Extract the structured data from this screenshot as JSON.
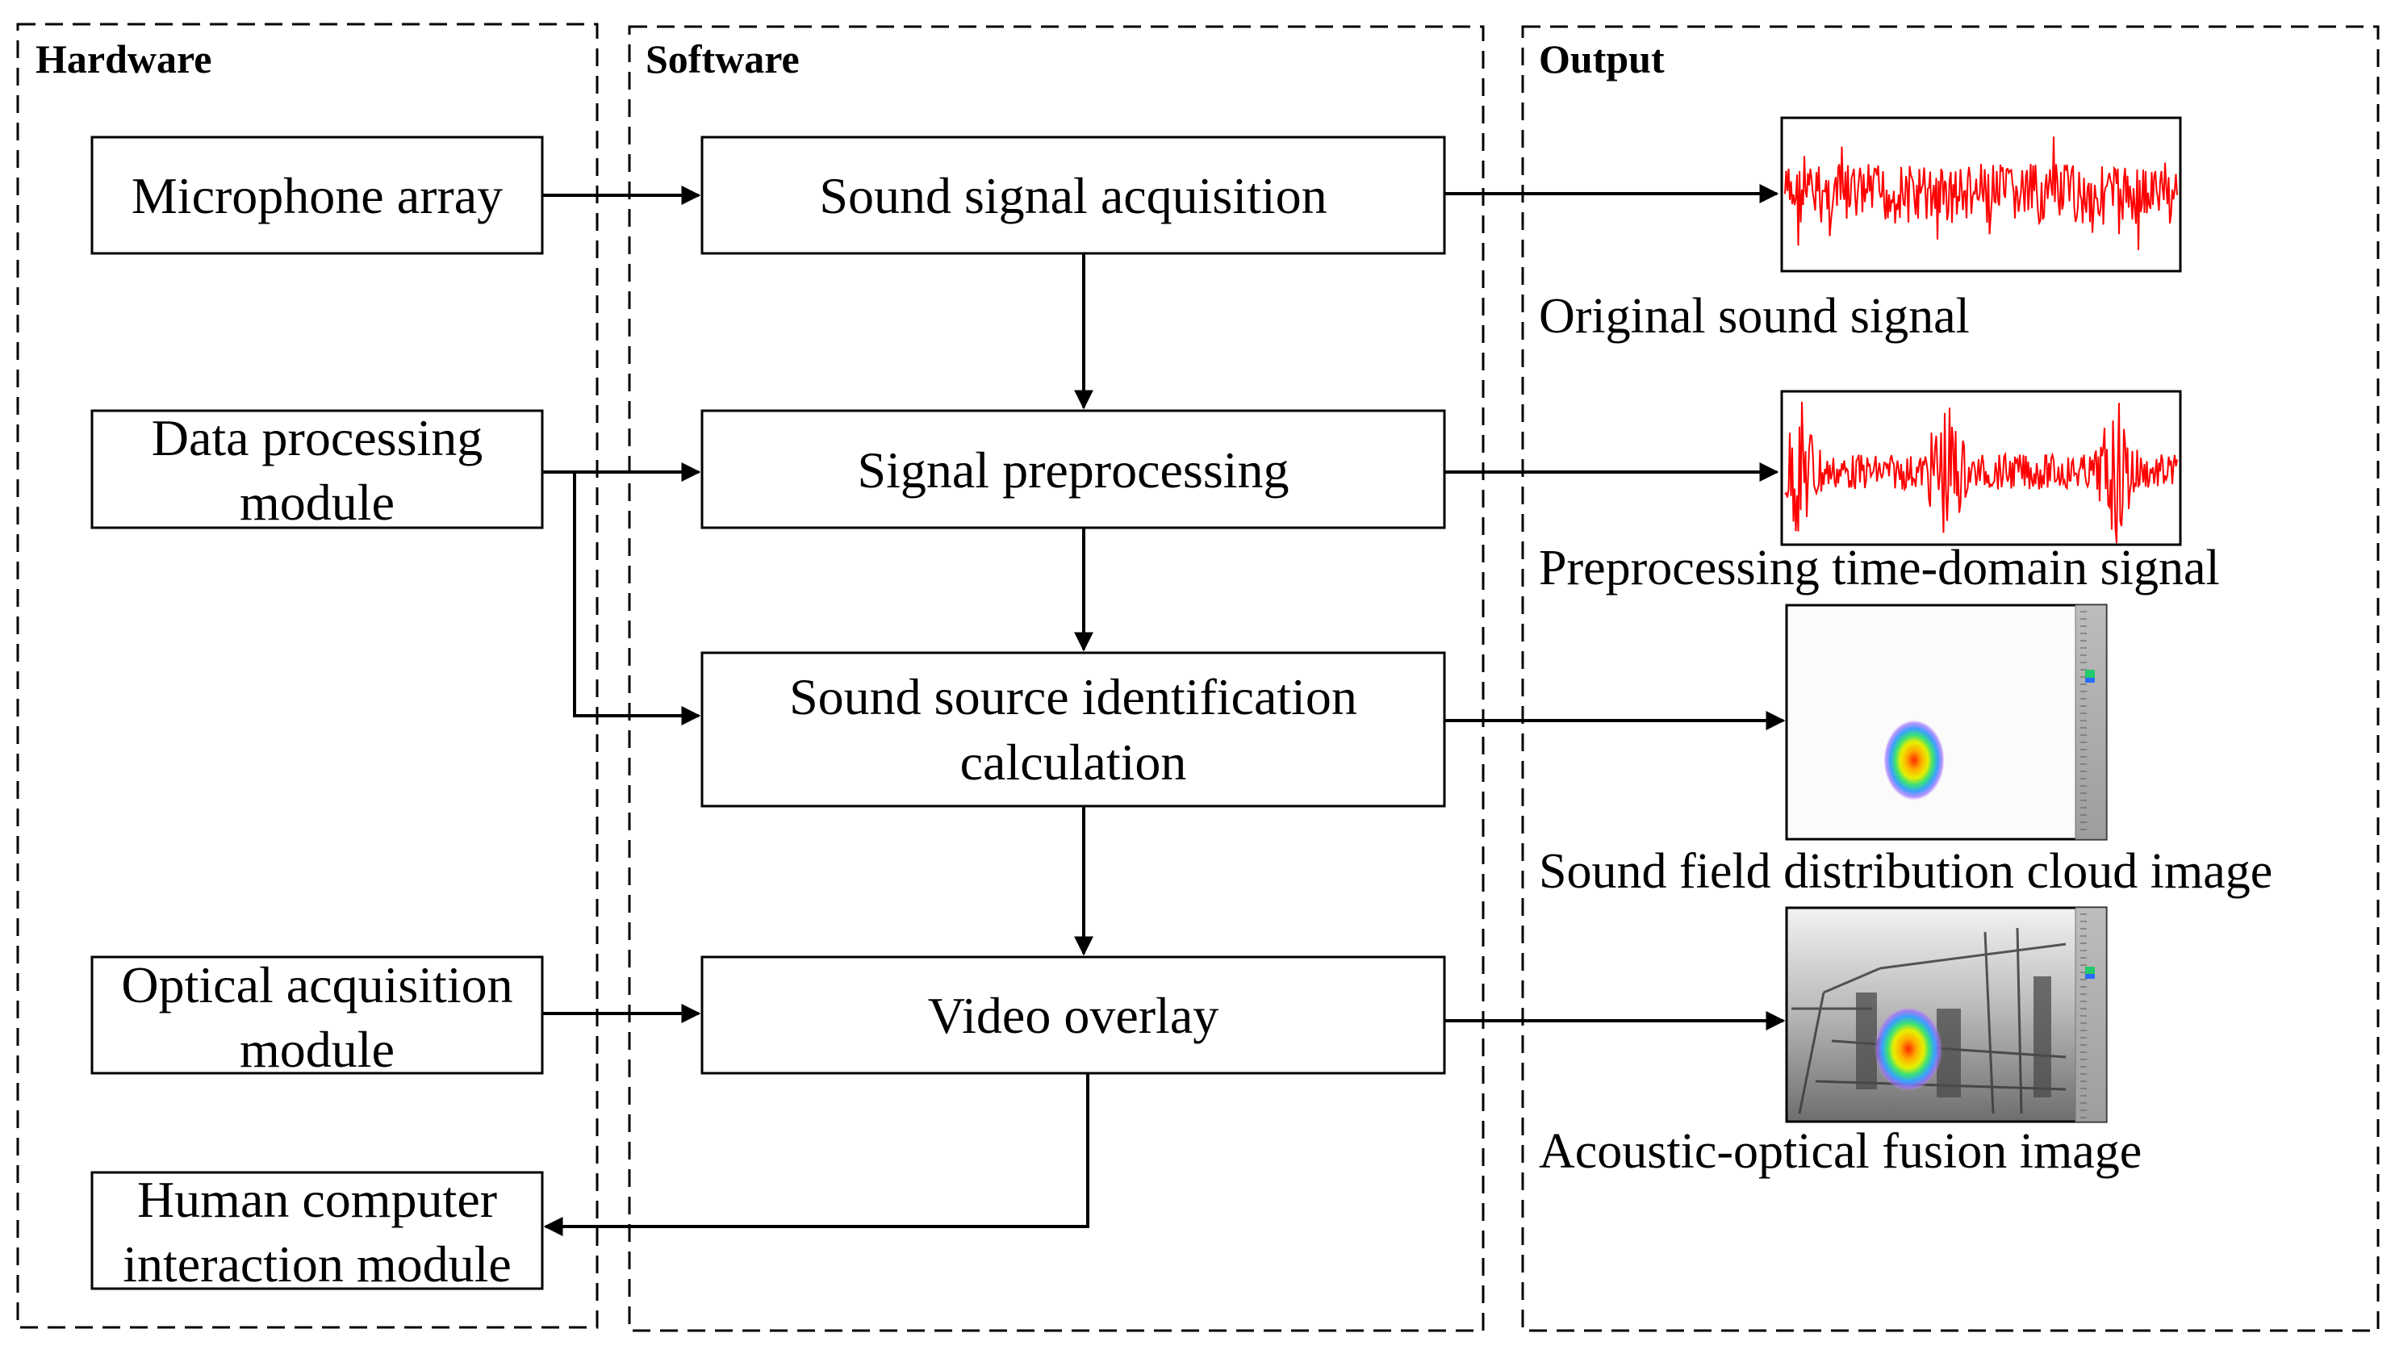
{
  "panels": {
    "hardware": "Hardware",
    "software": "Software",
    "output": "Output"
  },
  "hardware": {
    "microphone": [
      "Microphone array"
    ],
    "data_processing": [
      "Data processing",
      "module"
    ],
    "optical": [
      "Optical acquisition",
      "module"
    ],
    "hci": [
      "Human computer",
      "interaction module"
    ]
  },
  "software": {
    "acquisition": [
      "Sound signal acquisition"
    ],
    "preprocessing": [
      "Signal preprocessing"
    ],
    "identification": [
      "Sound source identification",
      "calculation"
    ],
    "overlay": [
      "Video overlay"
    ]
  },
  "output": {
    "original": "Original sound signal",
    "preprocessed": "Preprocessing time-domain signal",
    "cloud": "Sound field distribution cloud image",
    "fusion": "Acoustic-optical fusion image"
  },
  "colors": {
    "signal": "#ff0000",
    "lines": "#000000"
  }
}
